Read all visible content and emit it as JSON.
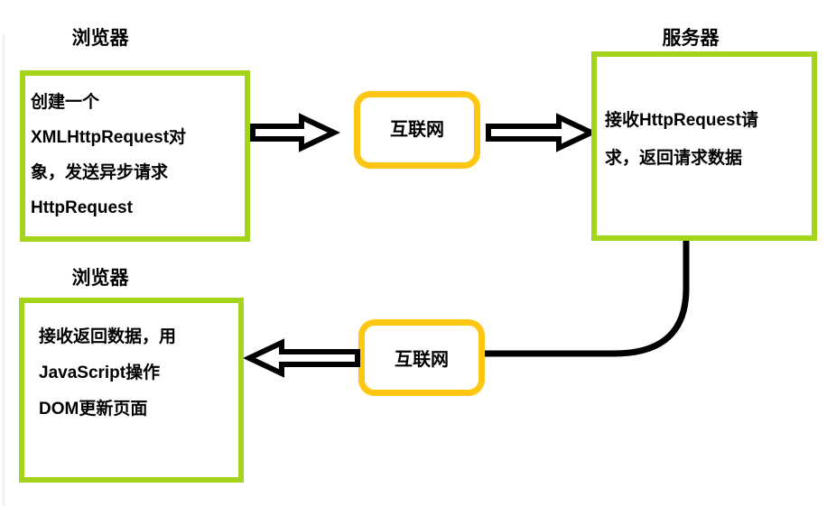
{
  "colors": {
    "background": "#ffffff",
    "box_border_green": "#a5d41c",
    "internet_border_orange": "#ffc613",
    "line_black": "#000000",
    "text": "#000000"
  },
  "nodes": {
    "browser_top": {
      "title": "浏览器",
      "lines": [
        "创建一个",
        "XMLHttpRequest对",
        "象，发送异步请求",
        "HttpRequest"
      ]
    },
    "internet_top": {
      "label": "互联网"
    },
    "server": {
      "title": "服务器",
      "lines": [
        "接收HttpRequest请",
        "求，返回请求数据"
      ]
    },
    "internet_bottom": {
      "label": "互联网"
    },
    "browser_bottom": {
      "title": "浏览器",
      "lines": [
        "接收返回数据，用",
        "JavaScript操作",
        "DOM更新页面"
      ]
    }
  }
}
